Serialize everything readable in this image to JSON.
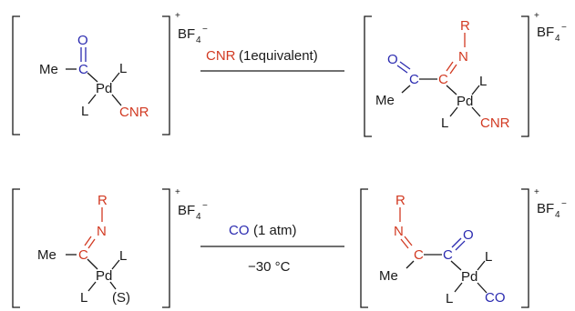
{
  "colors": {
    "black": "#1a1a1a",
    "blue": "#2b2bb0",
    "red": "#d23a22"
  },
  "reaction1": {
    "reactant": {
      "O": "O",
      "C": "C",
      "Me": "Me",
      "Pd": "Pd",
      "L1": "L",
      "L2": "L",
      "CNR": "CNR"
    },
    "charge": "+",
    "anion_base": "BF",
    "anion_sub": "4",
    "anion_sup": "−",
    "reagent": "CNR",
    "reagent_note": "(1equivalent)",
    "product": {
      "O": "O",
      "C1": "C",
      "C2": "C",
      "N": "N",
      "R": "R",
      "Me": "Me",
      "Pd": "Pd",
      "L1": "L",
      "L2": "L",
      "CNR": "CNR"
    }
  },
  "reaction2": {
    "reactant": {
      "R": "R",
      "N": "N",
      "C": "C",
      "Me": "Me",
      "Pd": "Pd",
      "L1": "L",
      "L2": "L",
      "S": "(S)"
    },
    "charge": "+",
    "anion_base": "BF",
    "anion_sub": "4",
    "anion_sup": "−",
    "reagent": "CO",
    "reagent_note": "(1 atm)",
    "condition": "−30 °C",
    "product": {
      "R": "R",
      "N": "N",
      "C1": "C",
      "C2": "C",
      "O": "O",
      "Me": "Me",
      "Pd": "Pd",
      "L1": "L",
      "L2": "L",
      "CO": "CO"
    }
  }
}
